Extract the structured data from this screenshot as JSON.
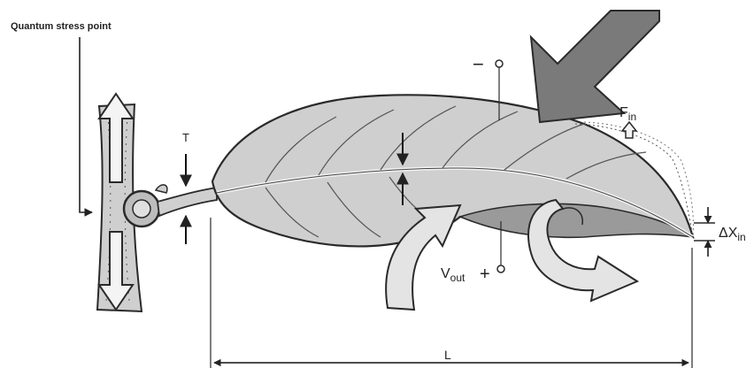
{
  "labels": {
    "stress_point": "Quantum stress point",
    "t": "T",
    "minus": "−",
    "f_in_main": "F",
    "f_in_sub": "in",
    "v_out_main": "V",
    "v_out_sub": "out",
    "plus": "+",
    "dx_main": "ΔX",
    "dx_sub": "in",
    "l": "L"
  },
  "colors": {
    "leaf_fill": "#cfcfcf",
    "leaf_shadow": "#9a9a9a",
    "vein": "#f2f2f2",
    "outline": "#2a2a2a",
    "arrow_fill": "#7a7a7a",
    "light_arrow_fill": "#e4e4e4"
  }
}
